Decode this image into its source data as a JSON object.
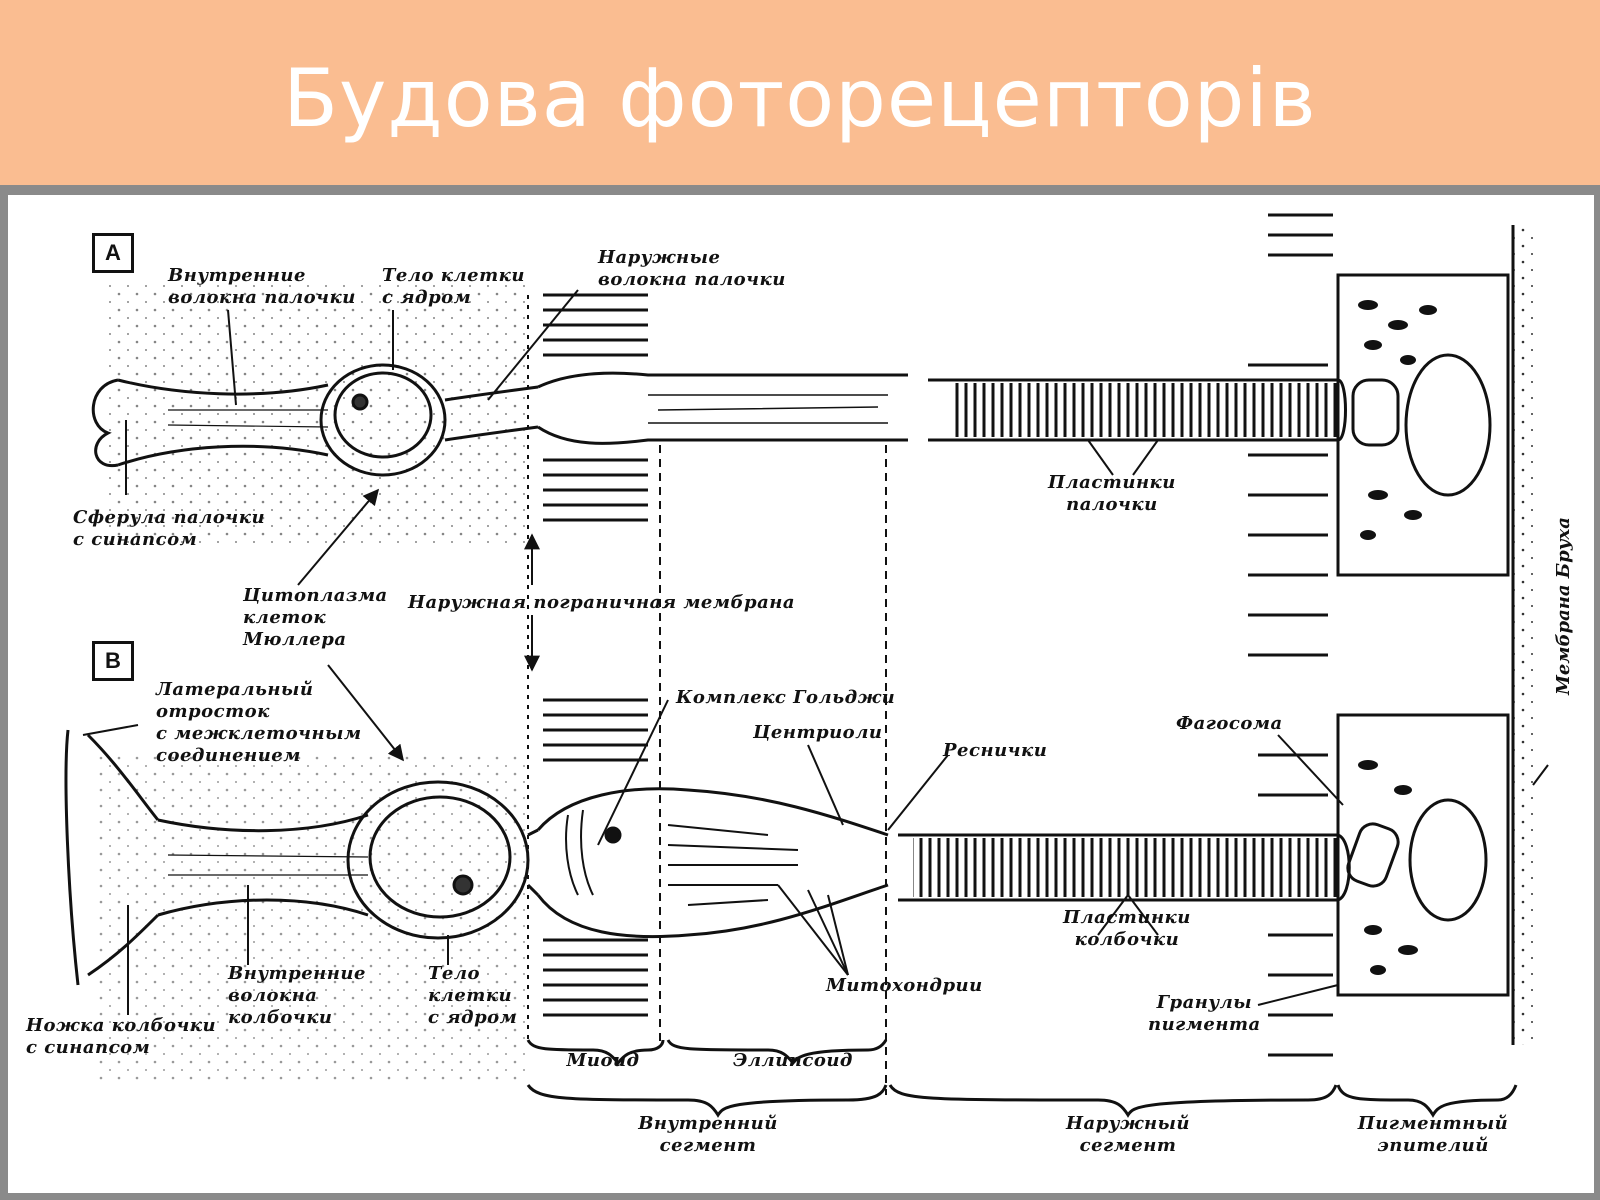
{
  "slide": {
    "title": "Будова фоторецепторів"
  },
  "figure": {
    "panel_a": "A",
    "panel_b": "B",
    "labels": {
      "rod_inner_fibers": "Внутренние\nволокна палочки",
      "rod_cell_body": "Тело клетки\nс ядром",
      "rod_outer_fibers": "Наружные\nволокна палочки",
      "rod_spherule": "Сферула палочки\nс синапсом",
      "muller_cytoplasm": "Цитоплазма\nклеток\nМюллера",
      "outer_limiting_membrane": "Наружная пограничная мембрана",
      "rod_discs": "Пластинки\nпалочки",
      "lateral_process": "Латеральный\nотросток\nс межклеточным\nсоединением",
      "golgi": "Комплекс Гольджи",
      "centrioles": "Центриоли",
      "cilia": "Реснички",
      "phagosome": "Фагосома",
      "bruch_membrane": "Мембрана Бруха",
      "cone_discs": "Пластинки\nколбочки",
      "pigment_granules": "Гранулы\nпигмента",
      "mitochondria": "Митохондрии",
      "cone_inner_fibers": "Внутренние\nволокна\nколбочки",
      "cone_cell_body": "Тело\nклетки\nс ядром",
      "cone_pedicle": "Ножка колбочки\nс синапсом",
      "myoid": "Миоид",
      "ellipsoid": "Эллипсоид",
      "inner_segment": "Внутренний\nсегмент",
      "outer_segment": "Наружный\nсегмент",
      "pigment_epithelium": "Пигментный\nэпителий"
    }
  }
}
